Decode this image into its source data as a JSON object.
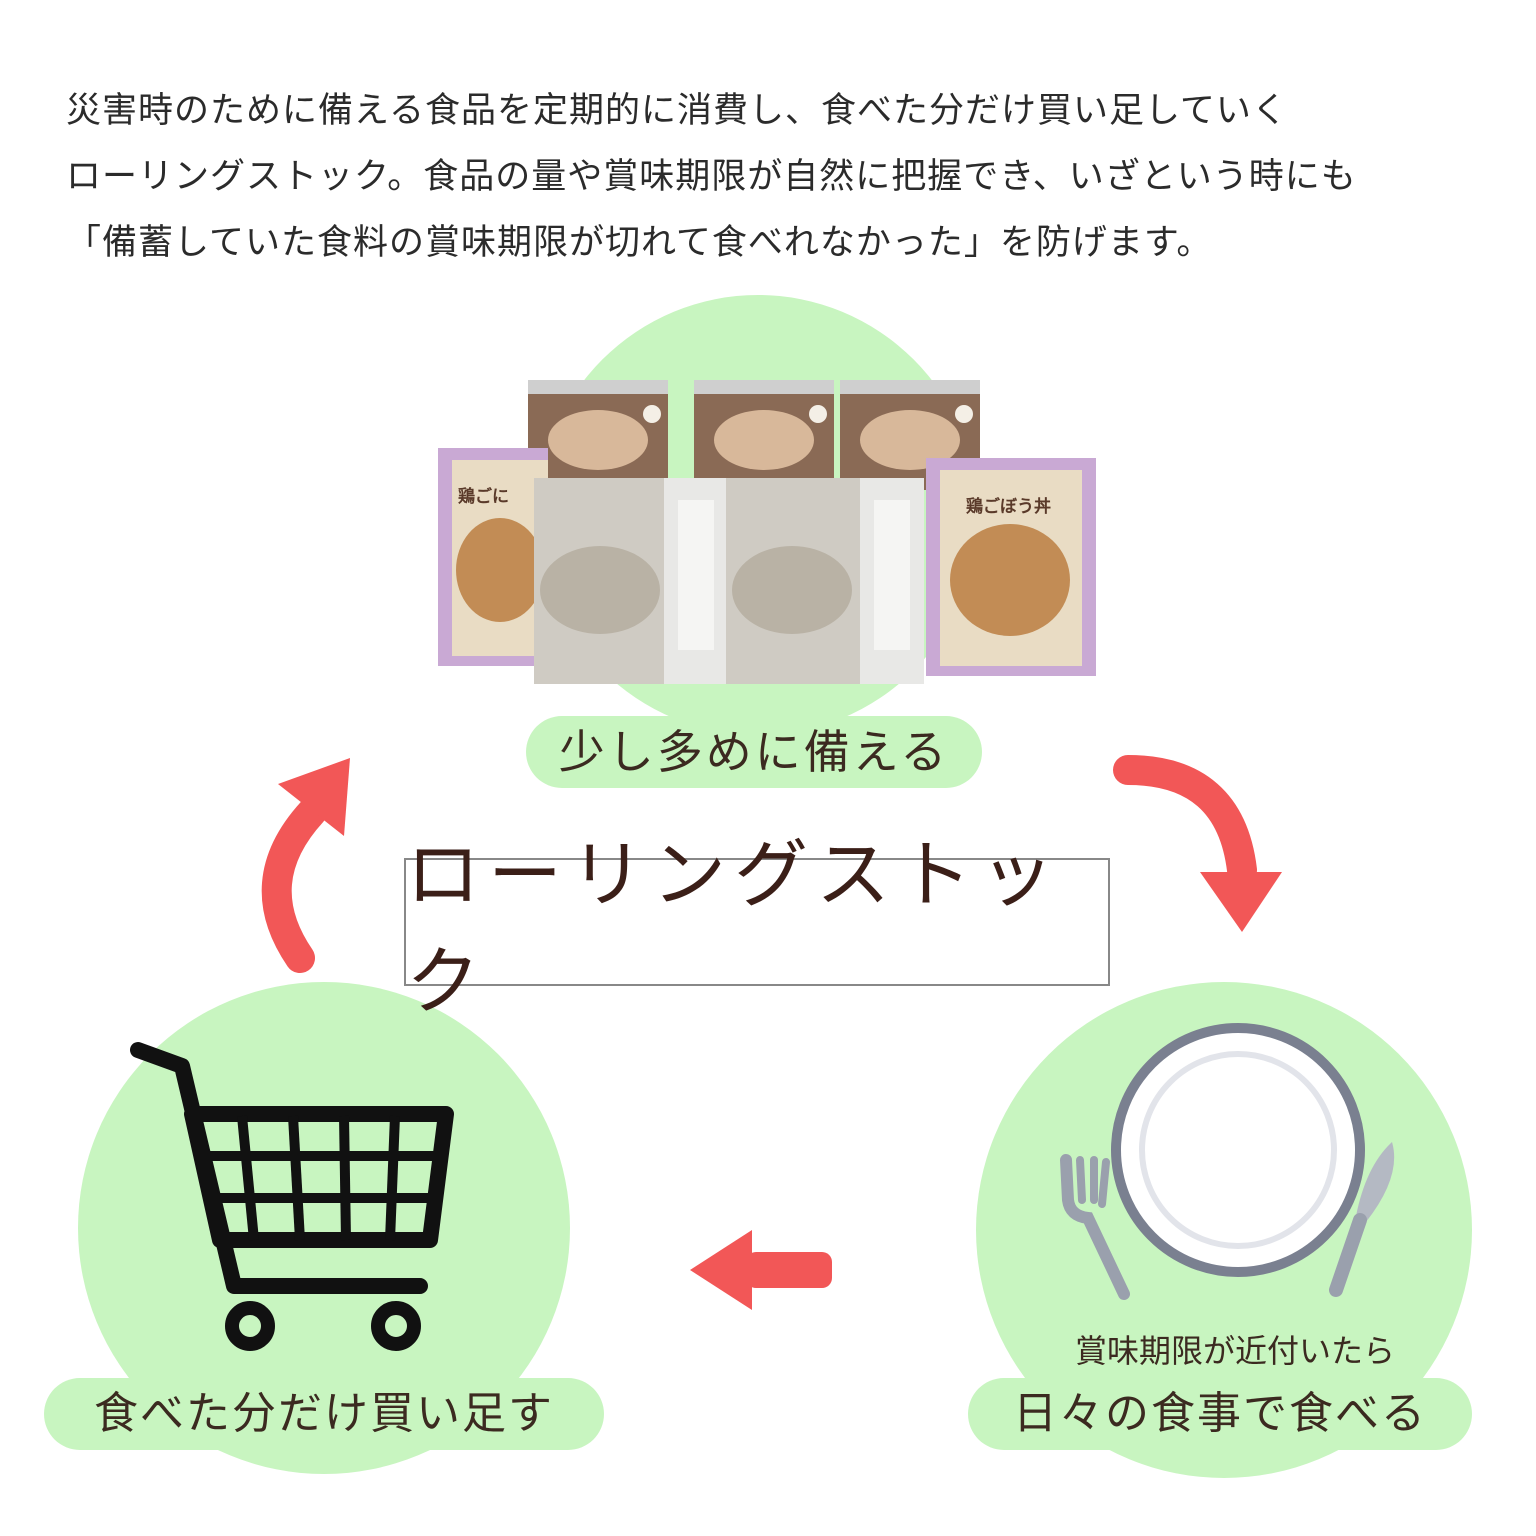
{
  "intro": {
    "line1": "災害時のために備える食品を定期的に消費し、食べた分だけ買い足していく",
    "line2": "ローリングストック。食品の量や賞味期限が自然に把握でき、いざという時にも",
    "line3": "「備蓄していた食料の賞味期限が切れて食べれなかった」を防げます。"
  },
  "center_title": "ローリングストック",
  "steps": {
    "top": {
      "label": "少し多めに備える"
    },
    "right": {
      "sublabel": "賞味期限が近付いたら",
      "label": "日々の食事で食べる"
    },
    "left": {
      "label": "食べた分だけ買い足す"
    }
  },
  "products": {
    "pouch_left_label": "鶏ごに",
    "pouch_right_label": "鶏ごぼう丼"
  },
  "colors": {
    "circle": "#c8f5c0",
    "arrow": "#f25757",
    "text": "#3b2a20"
  }
}
